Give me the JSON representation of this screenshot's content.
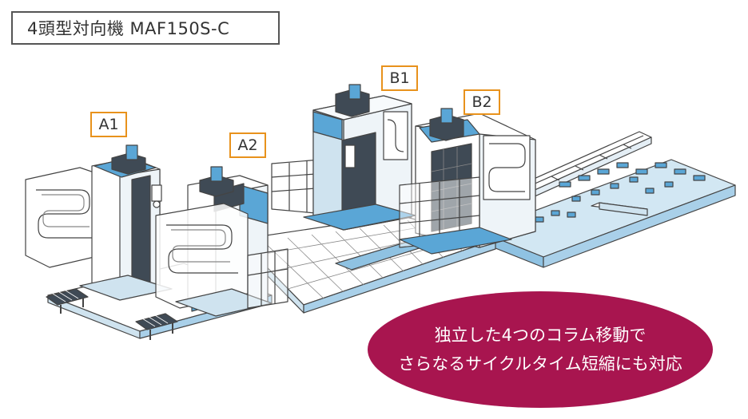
{
  "title": "4頭型対向機 MAF150S-C",
  "heads": {
    "a1": "A1",
    "a2": "A2",
    "b1": "B1",
    "b2": "B2"
  },
  "callout": {
    "line1": "独立した4つのコラム移動で",
    "line2": "さらなるサイクルタイム短縮にも対応"
  },
  "colors": {
    "accent_blue": "#5aa6d6",
    "light_blue": "#bcdcee",
    "dark_gray": "#3f4a55",
    "outline": "#444444",
    "label_border": "#e8921c",
    "callout_fill": "#a8154f"
  }
}
